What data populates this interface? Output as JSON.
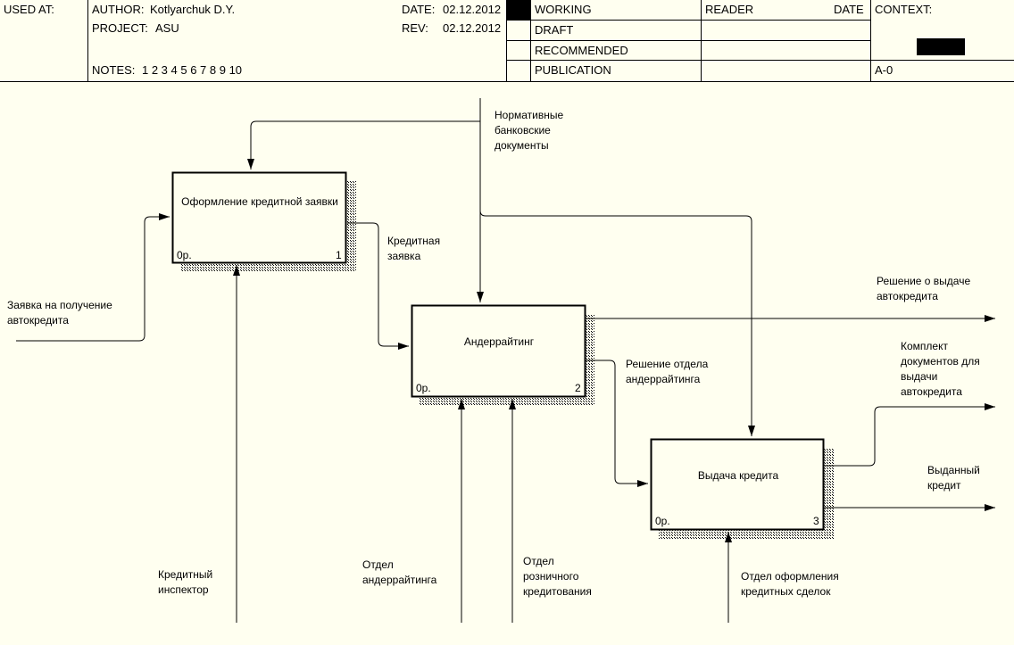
{
  "header": {
    "used_at": "USED AT:",
    "author_label": "AUTHOR:",
    "author": "Kotlyarchuk D.Y.",
    "project_label": "PROJECT:",
    "project": "ASU",
    "date_label": "DATE:",
    "date": "02.12.2012",
    "rev_label": "REV:",
    "rev": "02.12.2012",
    "notes_label": "NOTES:",
    "notes": "1  2  3  4  5  6  7  8  9  10",
    "status": [
      "WORKING",
      "DRAFT",
      "RECOMMENDED",
      "PUBLICATION"
    ],
    "reader": "READER",
    "reader_date": "DATE",
    "context": "CONTEXT:",
    "node": "A-0"
  },
  "boxes": [
    {
      "title": "Оформление кредитной заявки",
      "cost": "0р.",
      "num": "1"
    },
    {
      "title": "Андеррайтинг",
      "cost": "0р.",
      "num": "2"
    },
    {
      "title": "Выдача кредита",
      "cost": "0р.",
      "num": "3"
    }
  ],
  "arrows": {
    "input_application": "Заявка на получение автокредита",
    "control_norms": "Нормативные банковские документы",
    "credit_application": "Кредитная заявка",
    "underwriting_decision": "Решение отдела андеррайтинга",
    "decision_output": "Решение о выдаче автокредита",
    "documents_output": "Комплект документов для выдачи автокредита",
    "credit_output": "Выданный кредит",
    "mech_inspector": "Кредитный инспектор",
    "mech_underwriting": "Отдел андеррайтинга",
    "mech_retail": "Отдел розничного кредитования",
    "mech_deals": "Отдел оформления кредитных сделок"
  }
}
